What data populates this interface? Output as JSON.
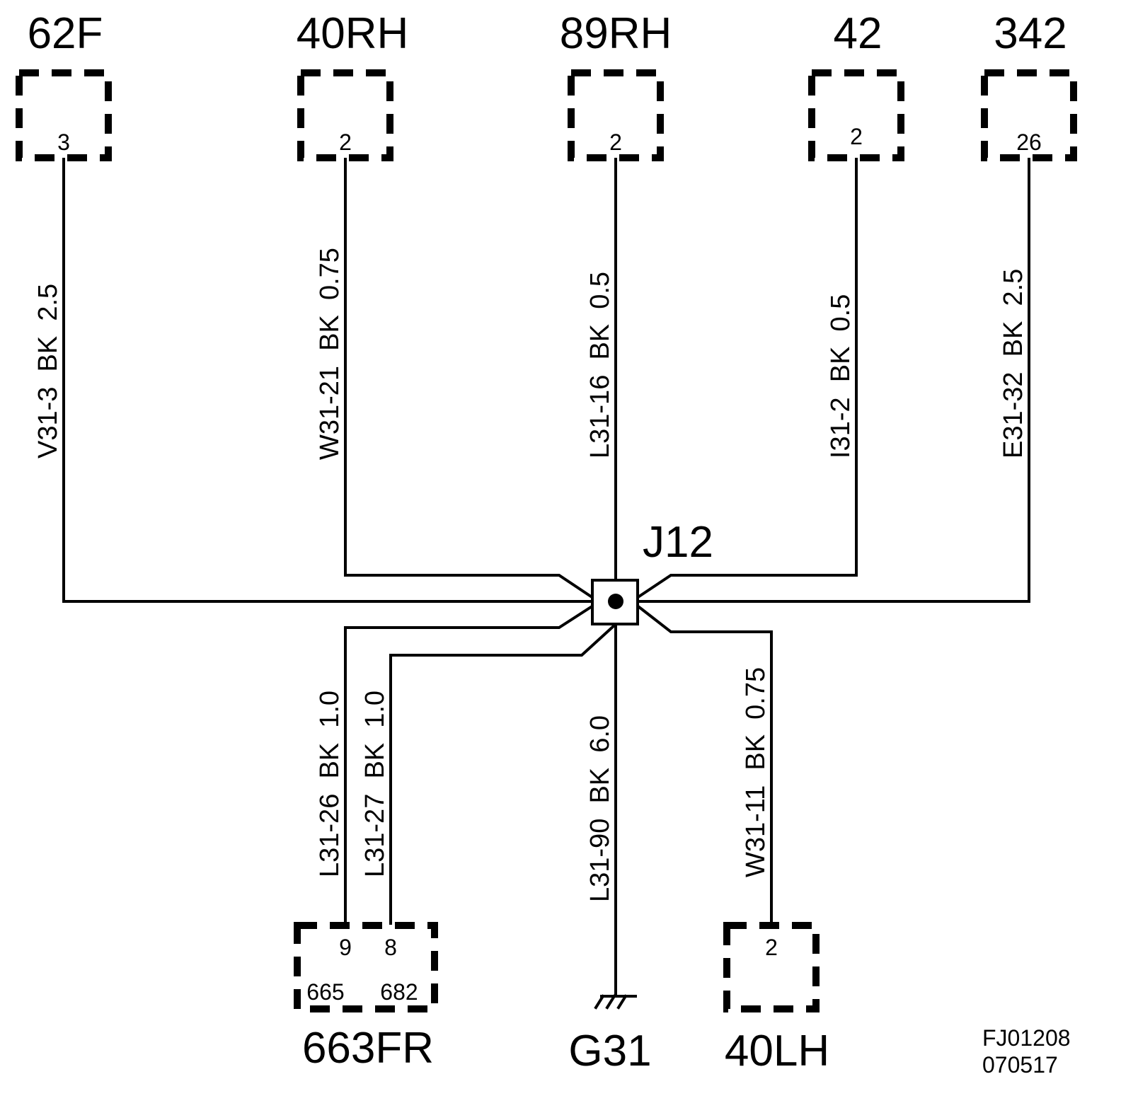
{
  "connectors_top": [
    {
      "name": "62F",
      "pin": "3"
    },
    {
      "name": "40RH",
      "pin": "2"
    },
    {
      "name": "89RH",
      "pin": "2"
    },
    {
      "name": "42",
      "pin": "2"
    },
    {
      "name": "342",
      "pin": "26"
    }
  ],
  "wires_top": [
    "V31-3  BK  2.5",
    "W31-21  BK  0.75",
    "L31-16  BK  0.5",
    "I31-2  BK  0.5",
    "E31-32  BK  2.5"
  ],
  "junction": {
    "name": "J12"
  },
  "wires_bottom": [
    "L31-26  BK  1.0",
    "L31-27  BK  1.0",
    "L31-90  BK  6.0",
    "W31-11  BK  0.75"
  ],
  "connector_663fr": {
    "name": "663FR",
    "pins": [
      "9",
      "8"
    ],
    "sub_labels": [
      "665",
      "682"
    ]
  },
  "ground": {
    "name": "G31"
  },
  "connector_40lh": {
    "name": "40LH",
    "pin": "2"
  },
  "drawing_code": {
    "line1": "FJ01208",
    "line2": "070517"
  }
}
